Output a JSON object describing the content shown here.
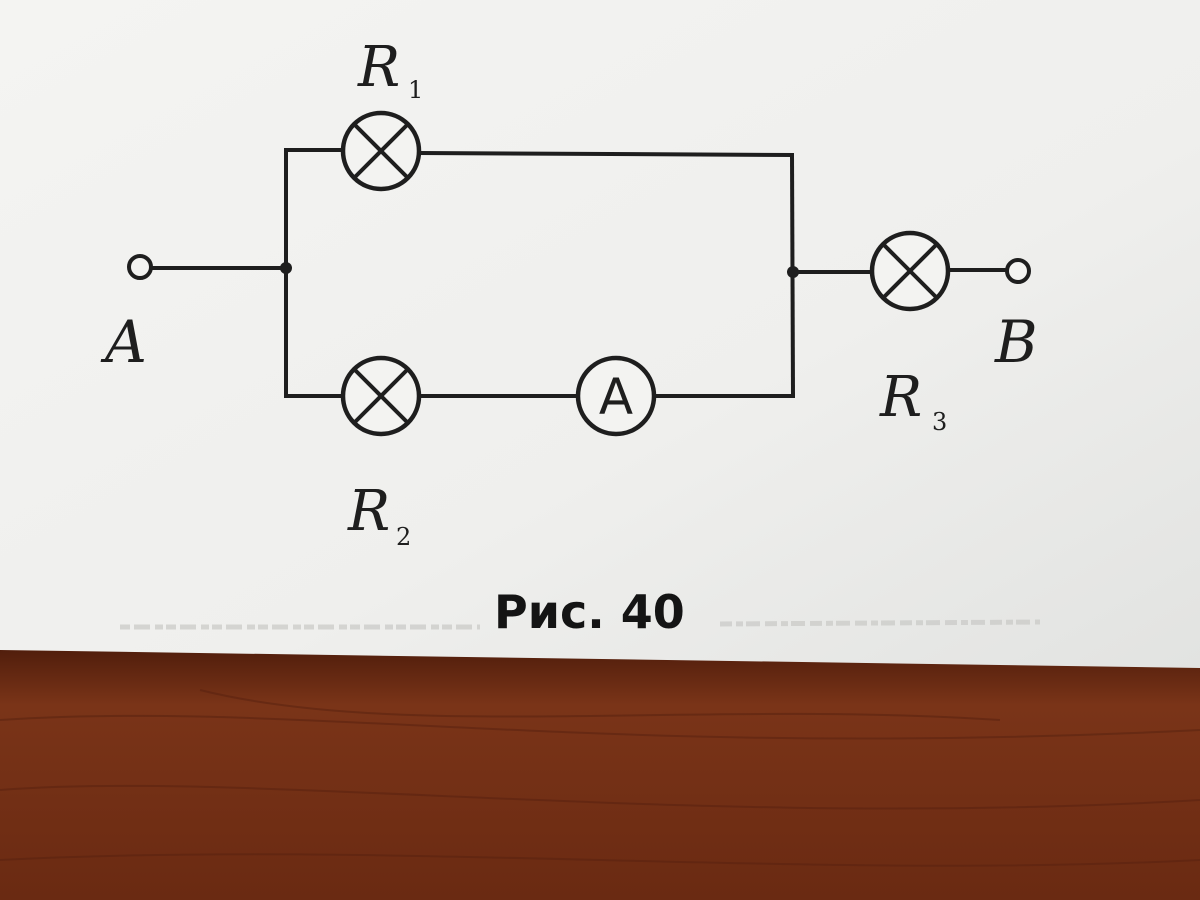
{
  "figure": {
    "caption": "Рис. 40"
  },
  "terminals": {
    "a": {
      "label": "A"
    },
    "b": {
      "label": "B"
    }
  },
  "lamps": [
    {
      "letter": "R",
      "index": "1"
    },
    {
      "letter": "R",
      "index": "2"
    },
    {
      "letter": "R",
      "index": "3"
    }
  ],
  "ammeter": {
    "symbol": "A"
  },
  "colors": {
    "paper": "#efefed",
    "ink": "#1e1e1e",
    "table": "#7a3418"
  }
}
